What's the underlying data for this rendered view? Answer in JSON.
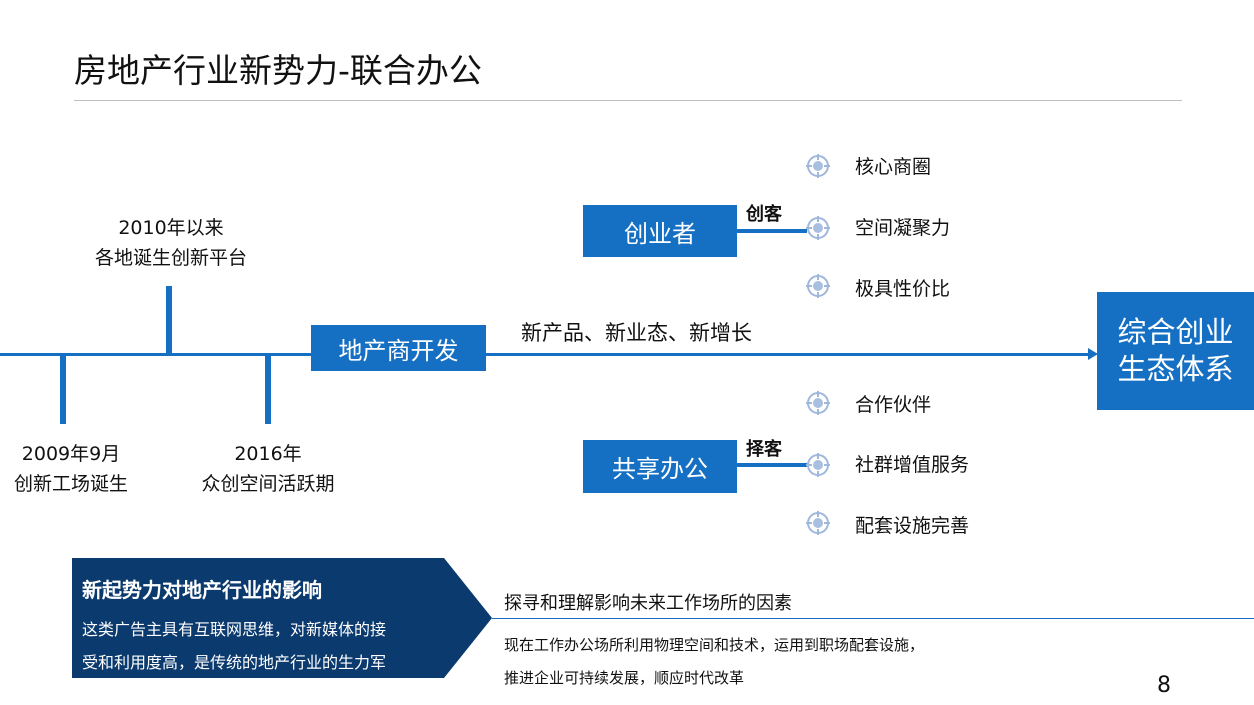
{
  "title": "房地产行业新势力-联合办公",
  "timeline": {
    "above": [
      {
        "line1": "2010年以来",
        "line2": "各地诞生创新平台"
      }
    ],
    "below": [
      {
        "line1": "2009年9月",
        "line2": "创新工场诞生"
      },
      {
        "line1": "2016年",
        "line2": "众创空间活跃期"
      }
    ],
    "developer_box": "地产商开发",
    "growth_text": "新产品、新业态、新增长",
    "end_box": {
      "line1": "综合创业",
      "line2": "生态体系"
    }
  },
  "branches": {
    "upper": {
      "box": "创业者",
      "tag": "创客",
      "items": [
        "核心商圈",
        "空间凝聚力",
        "极具性价比"
      ]
    },
    "lower": {
      "box": "共享办公",
      "tag": "择客",
      "items": [
        "合作伙伴",
        "社群增值服务",
        "配套设施完善"
      ]
    }
  },
  "impact": {
    "title": "新起势力对地产行业的影响",
    "line1": "这类广告主具有互联网思维，对新媒体的接",
    "line2": "受和利用度高，是传统的地产行业的生力军"
  },
  "explore": {
    "title": "探寻和理解影响未来工作场所的因素",
    "line1": "现在工作办公场所利用物理空间和技术，运用到职场配套设施，",
    "line2": "推进企业可持续发展，顺应时代改革"
  },
  "page_number": "8",
  "colors": {
    "accent": "#1570c3",
    "dark": "#0b3a6e"
  },
  "icons": {
    "bullet": "target-icon"
  }
}
